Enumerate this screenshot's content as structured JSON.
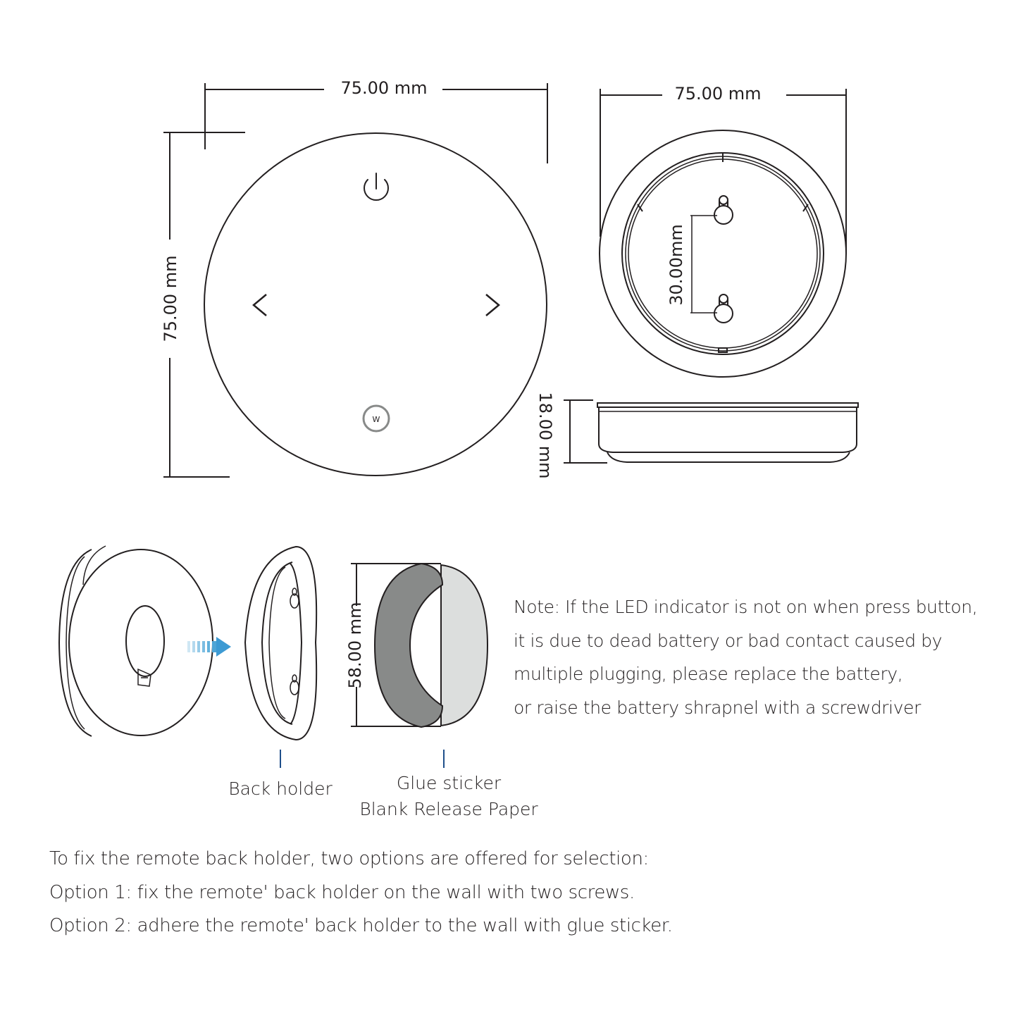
{
  "dimensions": {
    "front_width": "75.00 mm",
    "front_height": "75.00 mm",
    "back_width": "75.00 mm",
    "screw_spacing": "30.00mm",
    "side_thickness": "18.00 mm",
    "sticker_height": "58.00 mm"
  },
  "buttons": {
    "w_label": "W"
  },
  "labels": {
    "back_holder": "Back holder",
    "glue_sticker": "Glue sticker",
    "release_paper": "Blank Release Paper"
  },
  "note": {
    "lines": [
      "Note: If the LED indicator is not on when press button,",
      "it is due to dead battery or bad contact caused by",
      "multiple plugging, please replace the battery,",
      "or raise the battery shrapnel with a screwdriver"
    ]
  },
  "instructions": {
    "lines": [
      "To fix the remote  back holder, two options are offered for selection:",
      "Option 1: fix the remote' back holder on the wall with two screws.",
      "Option 2: adhere the remote' back holder to the wall with glue sticker."
    ]
  },
  "colors": {
    "line": "#231f20",
    "sticker_gray": "#888a89",
    "release_paper": "#dcdedd",
    "arrow_blue": "#4fa9d8",
    "label_tick": "#1f4f8a"
  }
}
